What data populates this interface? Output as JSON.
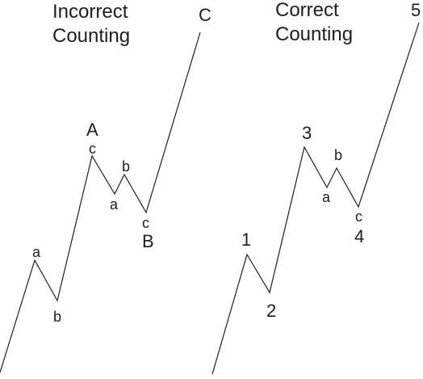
{
  "left": {
    "title_line1": "Incorrect",
    "title_line2": "Counting",
    "labels": [
      "a",
      "b",
      "A",
      "c",
      "a",
      "b",
      "c",
      "B",
      "C"
    ]
  },
  "right": {
    "title_line1": "Correct",
    "title_line2": "Counting",
    "labels": [
      "1",
      "2",
      "3",
      "a",
      "b",
      "c",
      "4",
      "5"
    ]
  }
}
